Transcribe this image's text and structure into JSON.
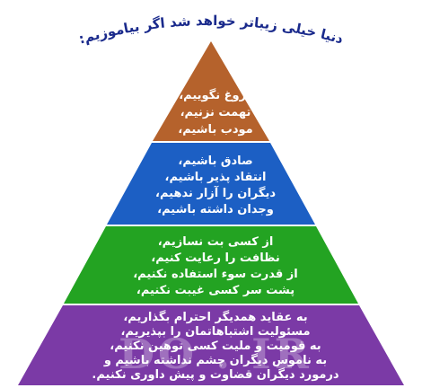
{
  "headline": "دنیا خیلی زیباتر خواهد شد اگر بیاموزیم:",
  "watermark": "DO . IR",
  "tiers": [
    {
      "color": "#b5622c",
      "lines": [
        "دروغ نگوییم،",
        "تهمت نزنیم،",
        "مودب باشیم،"
      ]
    },
    {
      "color": "#1c5fc4",
      "lines": [
        "صادق باشیم،",
        "انتقاد پذیر باشیم،",
        "دیگران را آزار ندهیم،",
        "وجدان داشته باشیم،"
      ]
    },
    {
      "color": "#23a322",
      "lines": [
        "از کسی بت نسازیم،",
        "نظافت را رعایت کنیم،",
        "از قدرت سوء استفاده نکنیم،",
        "پشت سر کسی غیبت نکنیم،"
      ]
    },
    {
      "color": "#7b3aa6",
      "lines": [
        "به عقاید همدیگر احترام بگذاریم،",
        "مسئولیت اشتباهاتمان را بپذیریم،",
        "به قومیت و ملیت کسی توهین نکنیم،",
        "به ناموس دیگران چشم نداشته باشیم و",
        "درمورد دیگران قضاوت و پیش داوری نکنیم."
      ]
    }
  ]
}
